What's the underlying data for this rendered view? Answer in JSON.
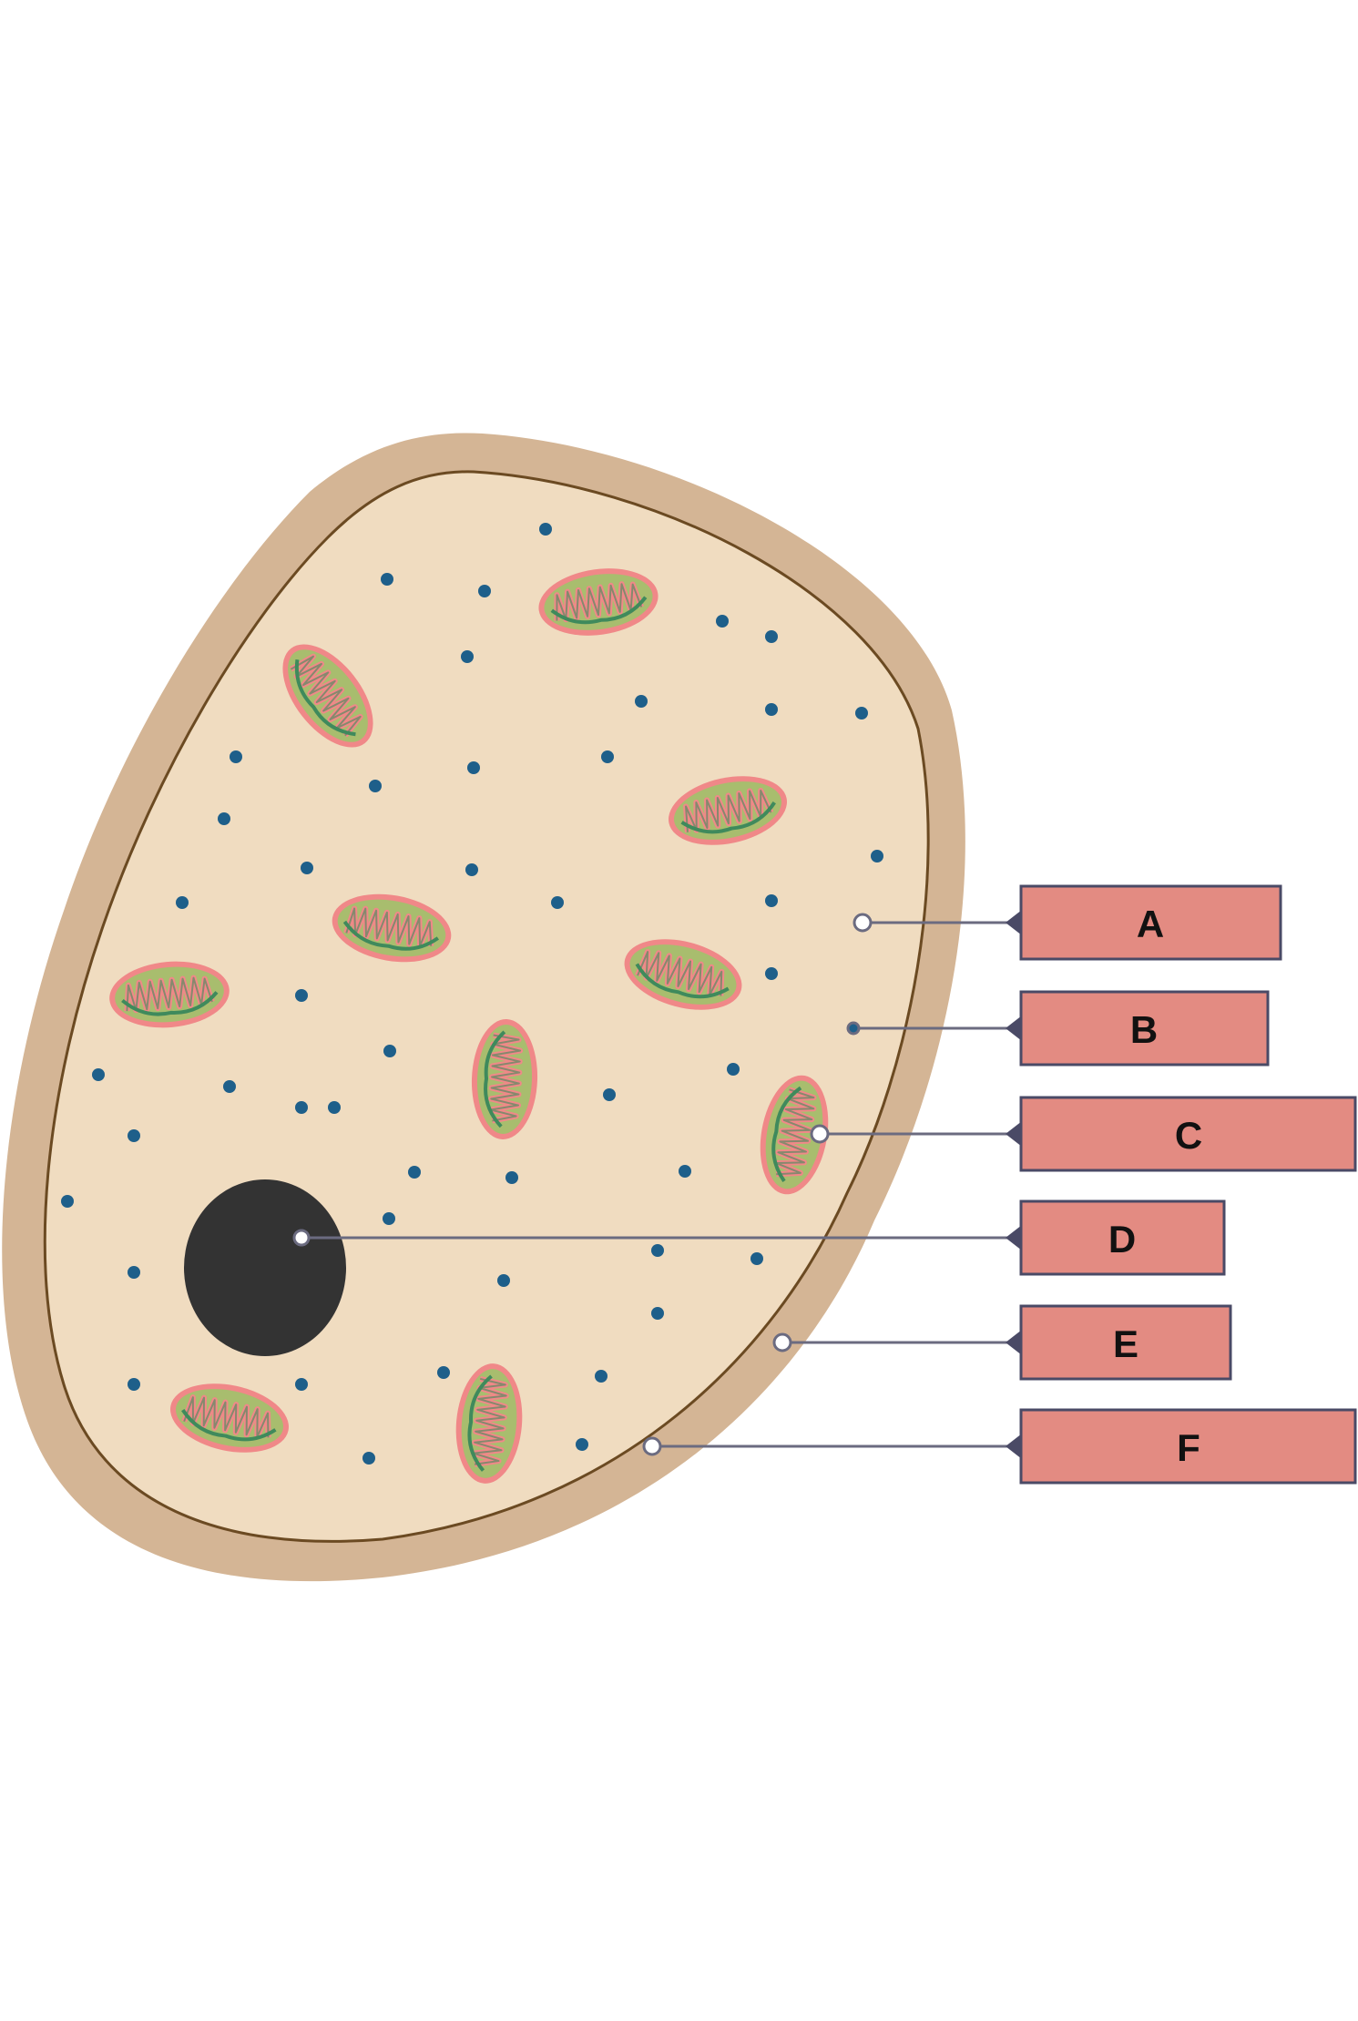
{
  "colors": {
    "background": "#ffffff",
    "cell_wall": "#d4b595",
    "cytoplasm": "#f0dcc0",
    "membrane": "#6b4a22",
    "nucleus": "#333333",
    "ribosome": "#1e5f8a",
    "mito_outer": "#f08888",
    "mito_fill": "#a8bd6e",
    "mito_cristae": "#3f8a5c",
    "leader_line": "#6b6b80",
    "label_fill": "#e38b82",
    "label_border": "#4a4a66",
    "pin_fill": "#ffffff"
  },
  "labels": [
    {
      "id": "A",
      "text": "A"
    },
    {
      "id": "B",
      "text": "B"
    },
    {
      "id": "C",
      "text": "C"
    },
    {
      "id": "D",
      "text": "D"
    },
    {
      "id": "E",
      "text": "E"
    },
    {
      "id": "F",
      "text": "F"
    }
  ],
  "icons": {
    "mitochondrion": "mitochondrion-icon",
    "ribosome": "ribosome-dot-icon",
    "nucleus": "nucleus-icon"
  }
}
